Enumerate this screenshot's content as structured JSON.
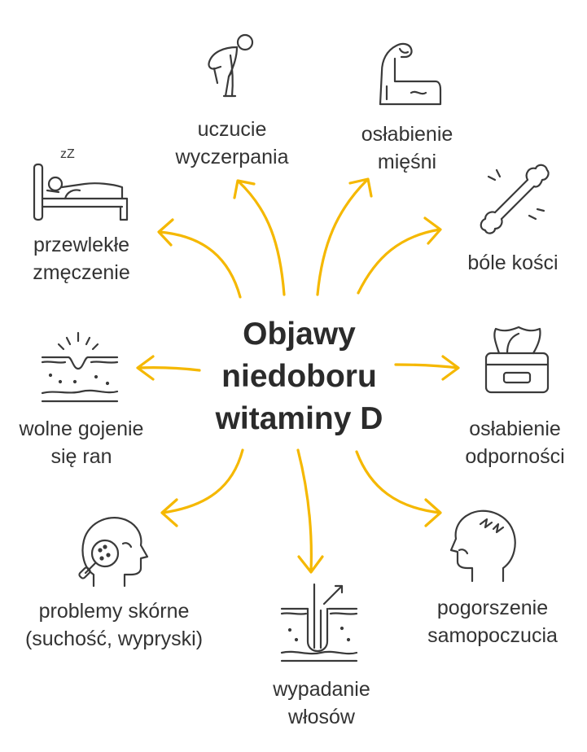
{
  "title": "Objawy\nniedoboru\nwitaminy D",
  "colors": {
    "arrow": "#f5b800",
    "icon": "#3a3a3a",
    "text": "#333333"
  },
  "symptoms": {
    "fatigue": {
      "label": "uczucie\nwyczerpania",
      "icon": "exhausted-person-icon"
    },
    "muscle": {
      "label": "osłabienie\nmięśni",
      "icon": "flexed-arm-icon"
    },
    "chronic_tiredness": {
      "label": "przewlekłe\nzmęczenie",
      "icon": "person-sleeping-in-bed-icon",
      "icon_text": "zZ"
    },
    "bone_pain": {
      "label": "bóle kości",
      "icon": "bone-icon"
    },
    "wound_healing": {
      "label": "wolne gojenie\nsię ran",
      "icon": "skin-wound-icon"
    },
    "immunity": {
      "label": "osłabienie\nodporności",
      "icon": "tissue-box-icon"
    },
    "skin": {
      "label": "problemy skórne\n(suchość, wypryski)",
      "icon": "head-with-magnifier-icon"
    },
    "mood": {
      "label": "pogorszenie\nsamopoczucia",
      "icon": "head-with-headache-icon"
    },
    "hair_loss": {
      "label": "wypadanie\nwłosów",
      "icon": "hair-follicle-icon"
    }
  }
}
